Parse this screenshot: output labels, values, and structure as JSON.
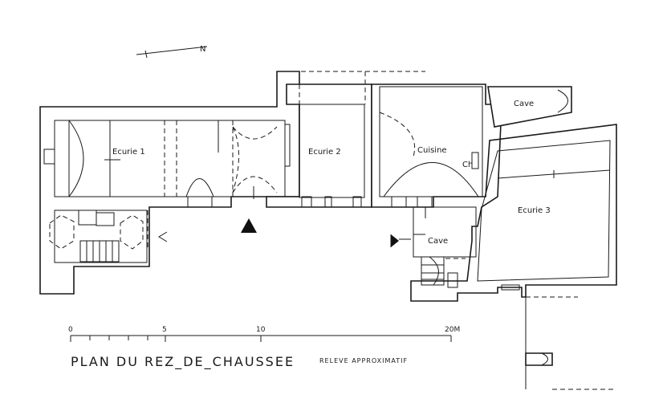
{
  "plan": {
    "north_label": "N",
    "rooms": {
      "ecurie1": "Ecurie 1",
      "ecurie2": "Ecurie 2",
      "ecurie3": "Ecurie 3",
      "cuisine": "Cuisine",
      "ch": "Ch",
      "cave_top": "Cave",
      "cave_lower": "Cave"
    }
  },
  "scale": {
    "ticks": [
      "0",
      "5",
      "10",
      "20M"
    ]
  },
  "caption": {
    "title": "PLAN DU REZ_DE_CHAUSSEE",
    "subtitle": "RELEVE APPROXIMATIF"
  }
}
